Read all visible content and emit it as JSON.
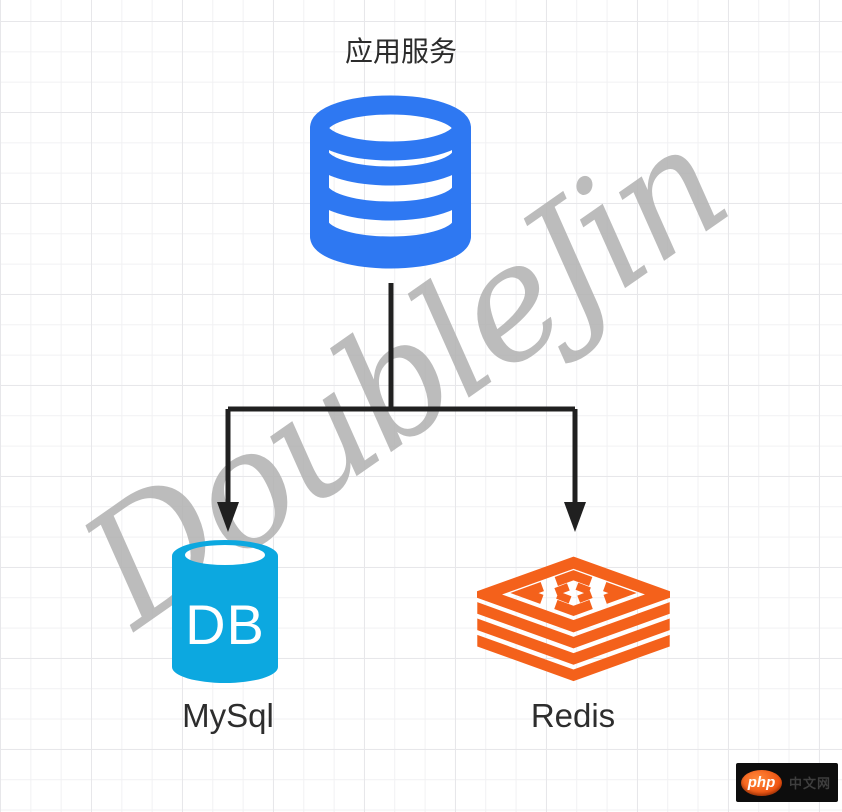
{
  "diagram": {
    "title": "应用服务",
    "root_node": {
      "name": "application-service",
      "icon": "database-icon",
      "color": "#2E78F2"
    },
    "children": [
      {
        "name": "mysql",
        "label": "MySql",
        "icon": "db-cylinder-icon",
        "icon_text": "DB",
        "color": "#0CA8E0"
      },
      {
        "name": "redis",
        "label": "Redis",
        "icon": "redis-stack-icon",
        "color": "#F4611B"
      }
    ],
    "connector_color": "#202020"
  },
  "watermark": {
    "text": "DoubleJin",
    "color": "#b3b3b3"
  },
  "footer_logo": {
    "brand": "php",
    "brand_suffix": "中文网",
    "oval_color": "#F0500E",
    "bg_color": "#0d0d0d"
  }
}
